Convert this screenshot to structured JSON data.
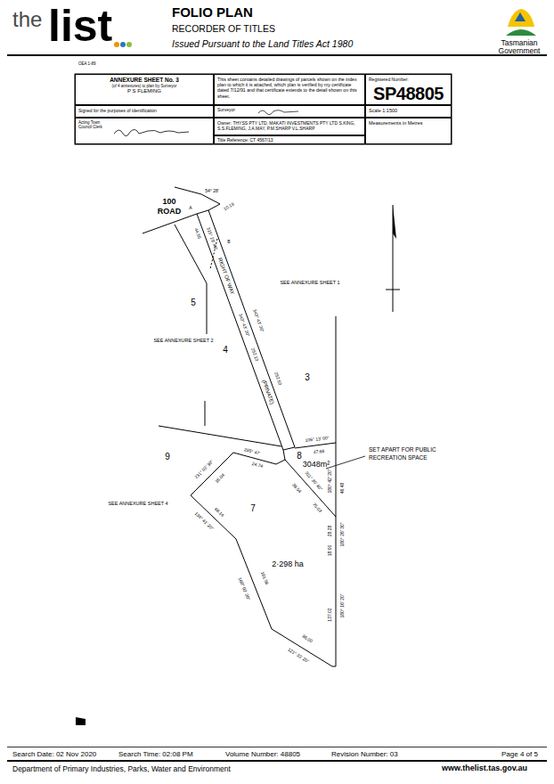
{
  "diagram": {
    "title": "FOLIO PLAN",
    "nodes": [
      {
        "text": [
          "ANNEXURE SHEET No. 3",
          "(of 4 annexures) to plan by Surveyor",
          "P S FLEMING"
        ]
      },
      {
        "text": [
          "Signed for the purposes of identification"
        ]
      },
      {
        "text": [
          "Acting Town Council Clerk"
        ]
      },
      {
        "text": [
          "This sheet contains detailed drawings of parcels shown on the index plan to which it is attached, which plan is verified by my certificate dated 7/12/91 and that certificate extends to the detail shown on this sheet."
        ]
      },
      {
        "text": [
          "Surveyor"
        ]
      },
      {
        "text": [
          "Owner: THYSS PTY LTD, MAKATI INVESTMENTS PTY LTD S.KING, S.S.FLEMING, J.A.MAY, P.M.SHARP V.L.SHARP"
        ]
      },
      {
        "text": [
          "Title Reference: CT 4567/13"
        ]
      },
      {
        "text": [
          "Registered Number:",
          "SP48805"
        ]
      },
      {
        "text": [
          "Scale 1:1500"
        ]
      },
      {
        "text": [
          "Measurements in Metres"
        ]
      }
    ],
    "labels": [
      "the",
      "list",
      "RECORDER OF TITLES",
      "Issued Pursuant to the Land Titles Act 1980",
      "Tasmanian Government",
      "OEA 1-89",
      "100",
      "ROAD",
      "A",
      "B",
      "54° 28'",
      "10.19",
      "315° 29' 40\"",
      "44.56",
      "RIGHT OF WAY",
      "343° 43' 20\"",
      "252.13",
      "(PRIVATE)",
      "343° 43' 20\"",
      "252.53",
      "5",
      "4",
      "3",
      "8",
      "9",
      "7",
      "SEE ANNEXURE SHEET 1",
      "SEE ANNEXURE SHEET 2",
      "SEE ANNEXURE SHEET 4",
      "3048m²",
      "2·298 ha",
      "SET APART FOR PUBLIC RECREATION SPACE",
      "106° 13' 00\"",
      "47.68",
      "180° 42' 20\"",
      "46.48",
      "28.28",
      "180° 26' 30\"",
      "18.00",
      "137.02",
      "180° 16' 20\"",
      "311° 30' 40\"",
      "39.54",
      "75.03",
      "285° 47'",
      "24.74",
      "231° 02' 30\"",
      "35.04",
      "134° 41' 20\"",
      "68.14",
      "160° 02' 20\"",
      "101.56",
      "121° 33' 20\"",
      "86.00",
      "Search Date: 02 Nov 2020",
      "Search Time: 02:08 PM",
      "Volume Number: 48805",
      "Revision Number: 03",
      "Page 4 of 5",
      "Department of Primary Industries, Parks, Water and Environment",
      "www.thelist.tas.gov.au"
    ]
  }
}
